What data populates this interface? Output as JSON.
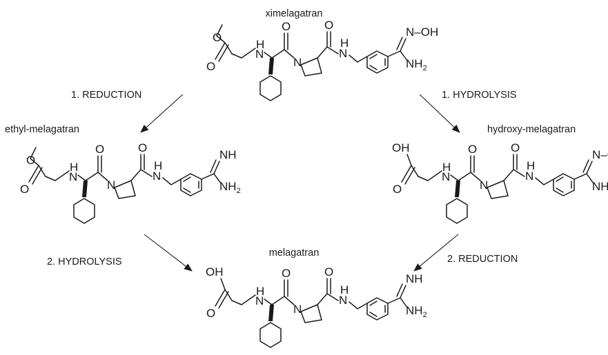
{
  "compounds": {
    "top": {
      "name": "ximelagatran"
    },
    "left": {
      "name": "ethyl-melagatran"
    },
    "right": {
      "name": "hydroxy-melagatran"
    },
    "bottom": {
      "name": "melagatran"
    }
  },
  "steps": {
    "top_left": "1. REDUCTION",
    "top_right": "1. HYDROLYSIS",
    "left_bottom": "2. HYDROLYSIS",
    "right_bottom": "2. REDUCTION"
  },
  "atoms": {
    "H": "H",
    "O": "O",
    "N": "N",
    "OH": "OH",
    "NH": "NH",
    "NH2_main": "NH",
    "NH2_sub": "2",
    "NOH": "N–OH"
  }
}
